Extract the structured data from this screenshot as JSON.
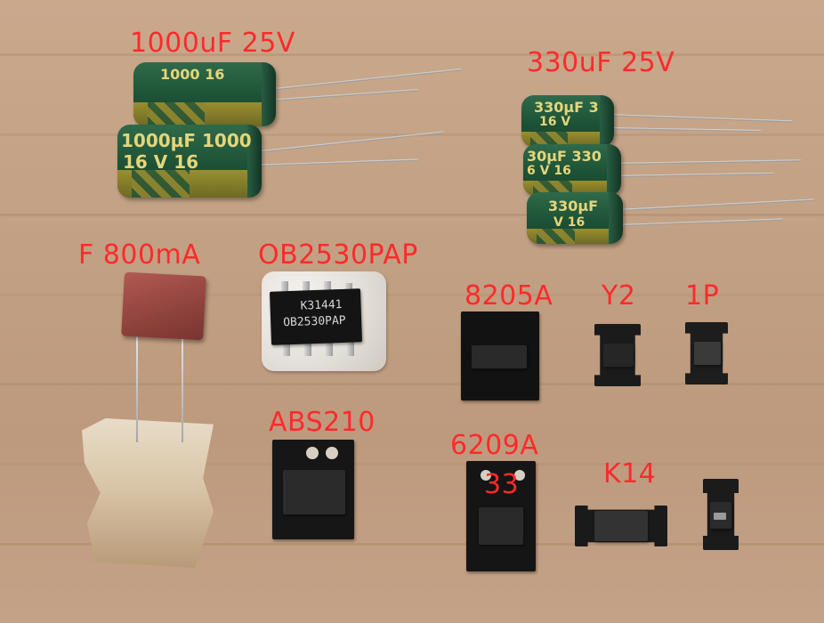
{
  "labels": {
    "cap_1000": "1000uF 25V",
    "cap_330": "330uF 25V",
    "fuse": "F 800mA",
    "ob2530": "OB2530PAP",
    "ic_8205a": "8205A",
    "y2": "Y2",
    "p1": "1P",
    "abs210": "ABS210",
    "ic_6209a": "6209A",
    "code_33": "33",
    "k14": "K14"
  },
  "markings": {
    "cap_1000_a": "1000µF 1000",
    "cap_1000_b": "16  V   16",
    "cap_1000_top": "1000  16",
    "cap_330_a": "330µF  3",
    "cap_330_b": "16  V",
    "cap_330_c": "30µF  330",
    "cap_330_d": "6  V  16",
    "cap_330_e": "330µF",
    "cap_330_f": "V  16",
    "ob_line1": "K31441",
    "ob_line2": "OB2530PAP"
  },
  "colors": {
    "label": "#ff2a2a",
    "capacitor_sleeve": "#1d5236",
    "capacitor_print": "#e6d57a",
    "fuse_body": "#9c4a44",
    "wood": "#c2a084",
    "chip": "#141414"
  }
}
